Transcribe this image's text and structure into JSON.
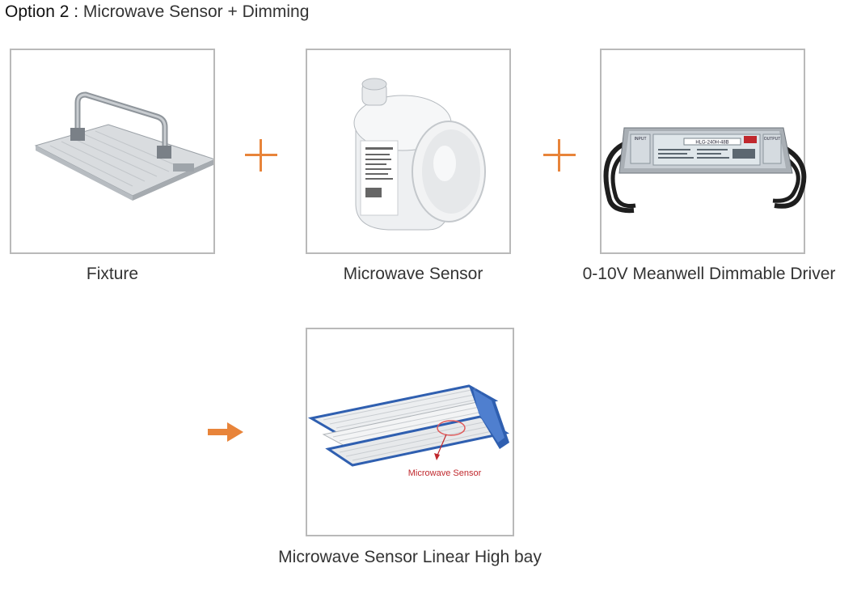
{
  "header": {
    "option_label": "Option 2 :",
    "option_title": "Microwave Sensor + Dimming"
  },
  "components": [
    {
      "caption": "Fixture",
      "icon": "fixture-icon"
    },
    {
      "caption": "Microwave Sensor",
      "icon": "microwave-sensor-icon"
    },
    {
      "caption": "0-10V Meanwell Dimmable Driver",
      "icon": "dimmable-driver-icon"
    }
  ],
  "result": {
    "caption": "Microwave Sensor Linear High bay",
    "callout": "Microwave Sensor",
    "icon": "linear-high-bay-icon"
  },
  "driver_label": {
    "model": "HLG-240H-48B",
    "input": "INPUT",
    "output": "OUTPUT"
  },
  "colors": {
    "accent": "#e8843a",
    "frame_border": "#b9b9b9",
    "callout": "#c0282d",
    "fixture_blue": "#2f5fb0"
  }
}
